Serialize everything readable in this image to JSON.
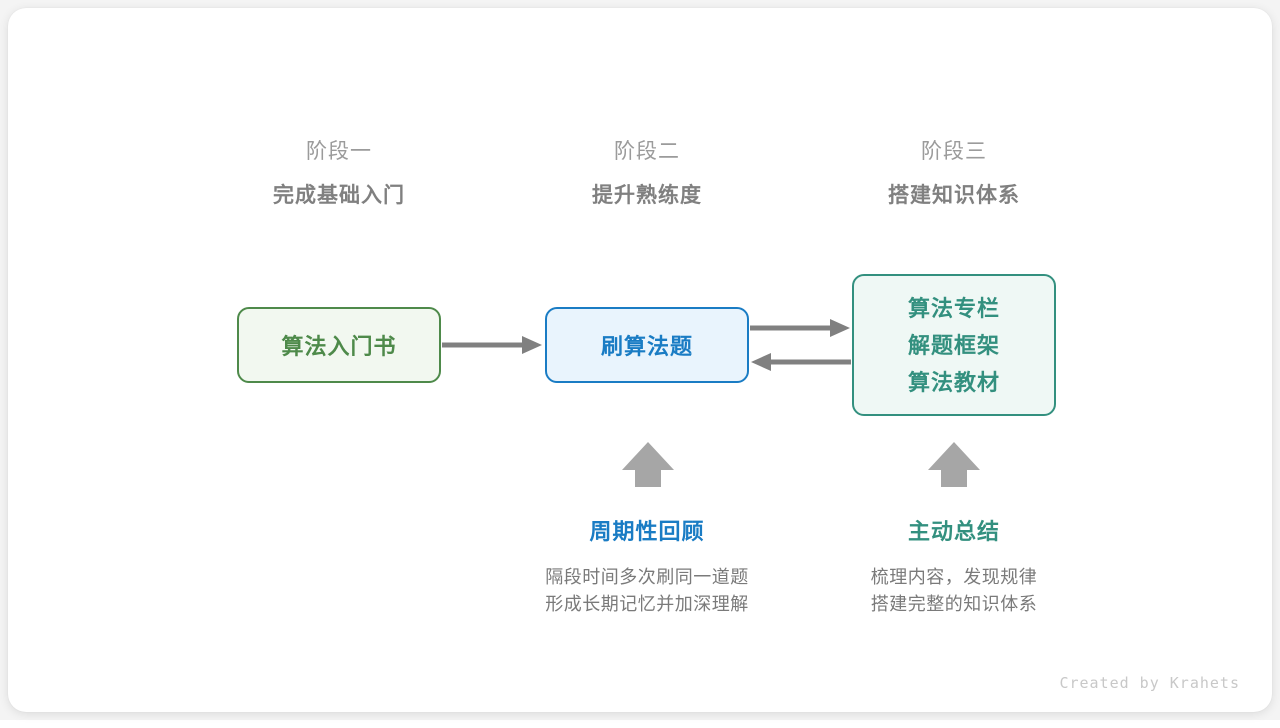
{
  "diagram": {
    "stages": [
      {
        "ordinal": "阶段一",
        "title": "完成基础入门"
      },
      {
        "ordinal": "阶段二",
        "title": "提升熟练度"
      },
      {
        "ordinal": "阶段三",
        "title": "搭建知识体系"
      }
    ],
    "nodes": {
      "book": {
        "label": "算法入门书",
        "border_color": "#4e8a4a",
        "fill_color": "#f2f8f0"
      },
      "practice": {
        "label": "刷算法题",
        "border_color": "#1a7cc4",
        "fill_color": "#e9f4fd"
      },
      "resources": {
        "lines": [
          "算法专栏",
          "解题框架",
          "算法教材"
        ],
        "border_color": "#33907f",
        "fill_color": "#eff8f5"
      }
    },
    "annotations": [
      {
        "title": "周期性回顾",
        "title_color": "#1a7cc4",
        "desc_lines": [
          "隔段时间多次刷同一道题",
          "形成长期记忆并加深理解"
        ]
      },
      {
        "title": "主动总结",
        "title_color": "#33907f",
        "desc_lines": [
          "梳理内容，发现规律",
          "搭建完整的知识体系"
        ]
      }
    ],
    "arrow_color": "#808080",
    "credit": "Created by Krahets"
  }
}
